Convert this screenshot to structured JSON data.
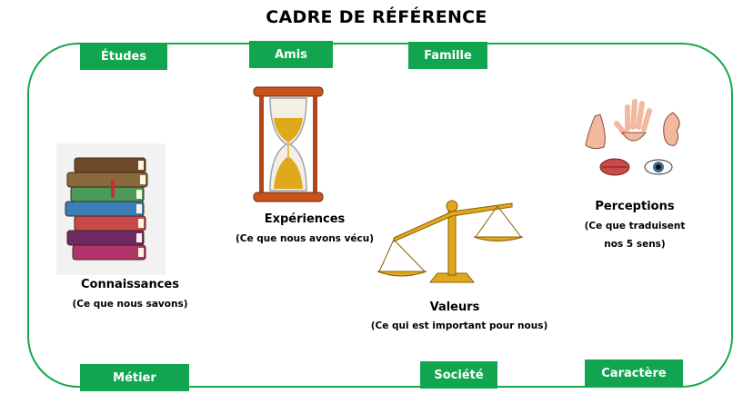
{
  "title": "CADRE DE RÉFÉRENCE",
  "tags": {
    "etudes": "Études",
    "amis": "Amis",
    "famille": "Famille",
    "metier": "Métier",
    "societe": "Société",
    "caractere": "Caractère"
  },
  "items": {
    "connaissances": {
      "label": "Connaissances",
      "sub": "(Ce que nous savons)"
    },
    "experiences": {
      "label": "Expériences",
      "sub": "(Ce que nous avons vécu)"
    },
    "valeurs": {
      "label": "Valeurs",
      "sub": "(Ce qui est important pour nous)"
    },
    "perceptions": {
      "label": "Perceptions",
      "sub1": "(Ce que traduisent",
      "sub2": "nos 5 sens)"
    }
  },
  "colors": {
    "frame": "#1aa64a",
    "tag": "#12a550",
    "gold": "#e0a81c"
  },
  "icons": [
    "books-icon",
    "hourglass-icon",
    "scale-icon",
    "senses-icon"
  ]
}
